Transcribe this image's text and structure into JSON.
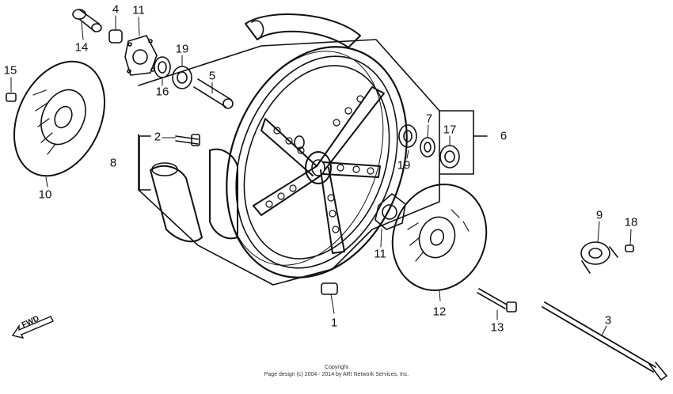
{
  "diagram": {
    "line_color": "#111111",
    "background": "#ffffff",
    "parts": [
      {
        "id": "p1",
        "label": "1"
      },
      {
        "id": "p2",
        "label": "2"
      },
      {
        "id": "p3",
        "label": "3"
      },
      {
        "id": "p4",
        "label": "4"
      },
      {
        "id": "p5",
        "label": "5"
      },
      {
        "id": "p6",
        "label": "6"
      },
      {
        "id": "p7",
        "label": "7"
      },
      {
        "id": "p8",
        "label": "8"
      },
      {
        "id": "p9",
        "label": "9"
      },
      {
        "id": "p10",
        "label": "10"
      },
      {
        "id": "p11a",
        "label": "11"
      },
      {
        "id": "p11b",
        "label": "11"
      },
      {
        "id": "p12",
        "label": "12"
      },
      {
        "id": "p13",
        "label": "13"
      },
      {
        "id": "p14",
        "label": "14"
      },
      {
        "id": "p15",
        "label": "15"
      },
      {
        "id": "p16",
        "label": "16"
      },
      {
        "id": "p17",
        "label": "17"
      },
      {
        "id": "p18",
        "label": "18"
      },
      {
        "id": "p19a",
        "label": "19"
      },
      {
        "id": "p19b",
        "label": "19"
      }
    ],
    "fwd_label": "FWD"
  },
  "footer": {
    "line1": "Copyright",
    "line2": "Page design (c) 2004 - 2014 by ARI Network Services, Inc."
  }
}
